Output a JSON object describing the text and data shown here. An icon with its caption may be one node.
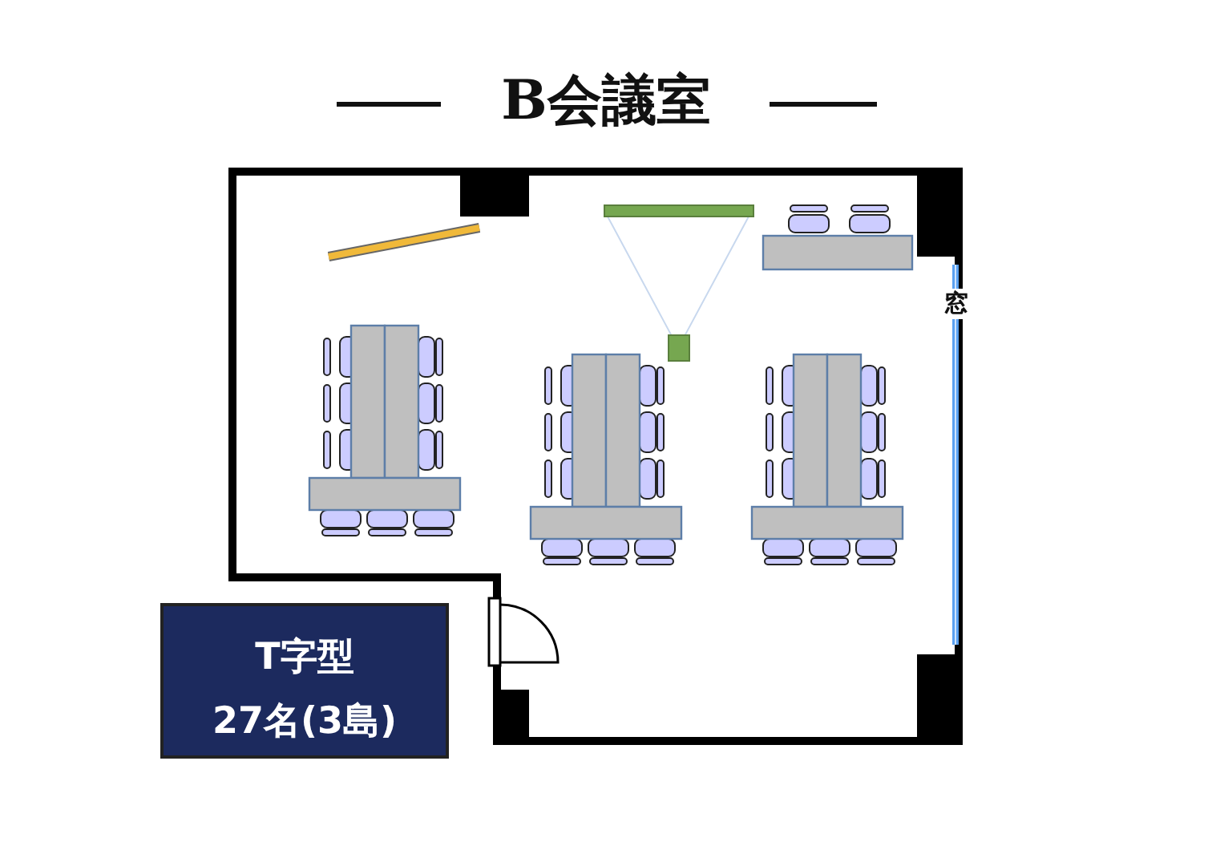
{
  "diagram": {
    "title": "B会議室",
    "nodes": [
      {
        "text": [
          "T字型",
          "27名(3島)"
        ]
      }
    ],
    "labels": [
      "窓"
    ]
  }
}
